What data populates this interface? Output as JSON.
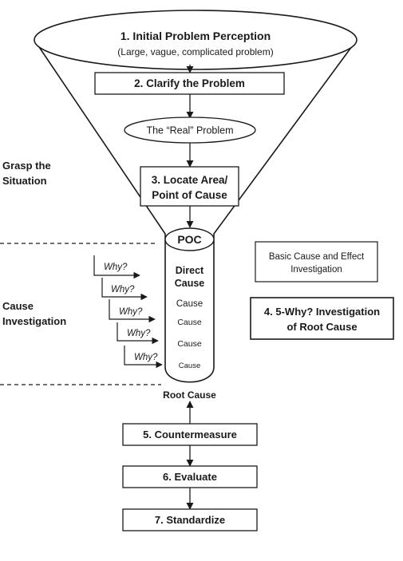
{
  "title": {
    "line1": "1. Initial Problem Perception",
    "line2": "(Large, vague, complicated problem)"
  },
  "steps": {
    "clarify": "2. Clarify the Problem",
    "real_problem": "The “Real” Problem",
    "locate_line1": "3. Locate Area/",
    "locate_line2": "Point of Cause",
    "poc": "POC",
    "direct_line1": "Direct",
    "direct_line2": "Cause",
    "cause_items": [
      "Cause",
      "Cause",
      "Cause",
      "Cause"
    ],
    "root_cause": "Root Cause",
    "countermeasure": "5. Countermeasure",
    "evaluate": "6. Evaluate",
    "standardize": "7. Standardize"
  },
  "phases": {
    "grasp_line1": "Grasp the",
    "grasp_line2": "Situation",
    "cause_line1": "Cause",
    "cause_line2": "Investigation"
  },
  "side_boxes": {
    "basic_line1": "Basic Cause and Effect",
    "basic_line2": "Investigation",
    "five_why_line1": "4. 5-Why? Investigation",
    "five_why_line2": "of Root Cause"
  },
  "why_labels": [
    "Why?",
    "Why?",
    "Why?",
    "Why?",
    "Why?"
  ]
}
